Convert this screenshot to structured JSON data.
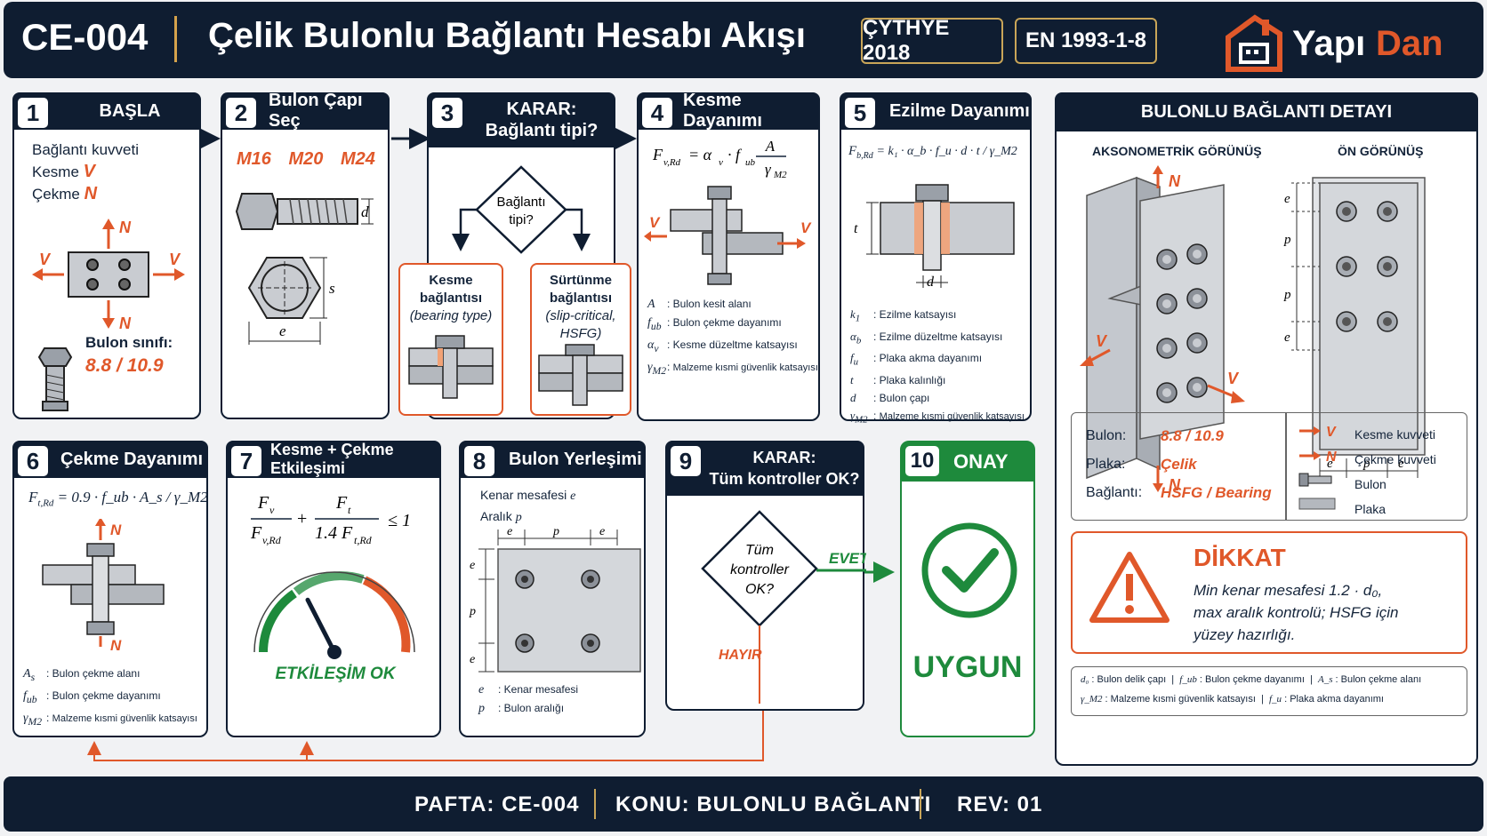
{
  "header": {
    "code": "CE-004",
    "title": "Çelik Bulonlu Bağlantı Hesabı Akışı",
    "badge1": "ÇYTHYE 2018",
    "badge2": "EN 1993-1-8",
    "brand_a": "Yapı",
    "brand_b": "Dan"
  },
  "colors": {
    "navy": "#0f1d31",
    "orange": "#e0582a",
    "green": "#1e8a3c",
    "gold": "#c9a558"
  },
  "steps": {
    "s1": {
      "num": "1",
      "title": "BAŞLA",
      "l1": "Bağlantı kuvveti",
      "l2a": "Kesme",
      "l2b": "V",
      "l3a": "Çekme",
      "l3b": "N",
      "cls_label": "Bulon sınıfı:",
      "cls_value": "8.8 / 10.9",
      "N": "N",
      "V": "V"
    },
    "s2": {
      "num": "2",
      "title": "Bulon Çapı Seç",
      "m1": "M16",
      "m2": "M20",
      "m3": "M24",
      "d": "d",
      "s": "s",
      "e": "e"
    },
    "s3": {
      "num": "3",
      "title1": "KARAR:",
      "title2": "Bağlantı tipi?",
      "q1": "Bağlantı",
      "q2": "tipi?",
      "a1": "Kesme",
      "a2": "bağlantısı",
      "a3": "(bearing type)",
      "b1": "Sürtünme",
      "b2": "bağlantısı",
      "b3": "(slip-critical,",
      "b4": "HSFG)"
    },
    "s4": {
      "num": "4",
      "title": "Kesme Dayanımı",
      "f_lhs": "F",
      "f_lhs_sub": "v,Rd",
      "f_mid": "= α",
      "f_mid_sub": "v",
      "f_fub": "· f",
      "f_fub_sub": "ub",
      "f_num": "A",
      "f_den": "γ",
      "f_den_sub": "M2",
      "V": "V",
      "legend": [
        [
          "A",
          "",
          "Bulon kesit alanı"
        ],
        [
          "f",
          "ub",
          "Bulon çekme dayanımı"
        ],
        [
          "α",
          "v",
          "Kesme düzeltme katsayısı"
        ],
        [
          "γ",
          "M2",
          "Malzeme kısmi güvenlik katsayısı"
        ]
      ]
    },
    "s5": {
      "num": "5",
      "title": "Ezilme Dayanımı",
      "formula": "F",
      "formula_sub": "b,Rd",
      "formula_rest": "= k₁ · α_b · f_u · d · t / γ_M2",
      "t": "t",
      "d": "d",
      "legend": [
        [
          "k",
          "1",
          "Ezilme katsayısı"
        ],
        [
          "α",
          "b",
          "Ezilme düzeltme katsayısı"
        ],
        [
          "f",
          "u",
          "Plaka akma dayanımı"
        ],
        [
          "t",
          "",
          "Plaka kalınlığı"
        ],
        [
          "d",
          "",
          "Bulon çapı"
        ],
        [
          "γ",
          "M2",
          "Malzeme kısmi güvenlik katsayısı"
        ]
      ]
    },
    "s6": {
      "num": "6",
      "title": "Çekme Dayanımı",
      "formula": "F",
      "formula_sub": "t,Rd",
      "formula_rest": "= 0.9 · f_ub · A_s / γ_M2",
      "N": "N",
      "legend": [
        [
          "A",
          "s",
          "Bulon çekme alanı"
        ],
        [
          "f",
          "ub",
          "Bulon çekme dayanımı"
        ],
        [
          "γ",
          "M2",
          "Malzeme kısmi güvenlik katsayısı"
        ]
      ]
    },
    "s7": {
      "num": "7",
      "title": "Kesme + Çekme Etkileşimi",
      "fv": "F",
      "fv_sub": "v",
      "fvrd": "F",
      "fvrd_sub": "v,Rd",
      "ft": "F",
      "ft_sub": "t",
      "ftrd": "1.4 F",
      "ftrd_sub": "t,Rd",
      "leq": "≤ 1",
      "plus": "+",
      "status": "ETKİLEŞİM OK",
      "gauge_fraction": 0.35
    },
    "s8": {
      "num": "8",
      "title": "Bulon Yerleşimi",
      "l1a": "Kenar mesafesi",
      "l1b": "e",
      "l2a": "Aralık",
      "l2b": "p",
      "e": "e",
      "p": "p",
      "legend": [
        [
          "e",
          "Kenar mesafesi"
        ],
        [
          "p",
          "Bulon aralığı"
        ]
      ]
    },
    "s9": {
      "num": "9",
      "title1": "KARAR:",
      "title2": "Tüm kontroller OK?",
      "q1": "Tüm",
      "q2": "kontroller",
      "q3": "OK?",
      "yes": "EVET",
      "no": "HAYIR"
    },
    "s10": {
      "num": "10",
      "title": "ONAY",
      "status": "UYGUN"
    }
  },
  "detail": {
    "title": "BULONLU BAĞLANTI DETAYI",
    "axo": "AKSONOMETRİK GÖRÜNÜŞ",
    "front": "ÖN GÖRÜNÜŞ",
    "N": "N",
    "V": "V",
    "e": "e",
    "p": "p",
    "spec": [
      [
        "Bulon:",
        "8.8 / 10.9"
      ],
      [
        "Plaka:",
        "Çelik"
      ],
      [
        "Bağlantı:",
        "HSFG / Bearing"
      ]
    ],
    "keys": [
      [
        "V",
        "Kesme kuvveti"
      ],
      [
        "N",
        "Çekme kuvveti"
      ],
      [
        "",
        "Bulon"
      ],
      [
        "",
        "Plaka"
      ]
    ]
  },
  "warning": {
    "title": "DİKKAT",
    "line1": "Min kenar mesafesi 1.2 · d₀,",
    "line2": "max aralık kontrolü; HSFG için",
    "line3": "yüzey hazırlığı."
  },
  "notes": {
    "row1": [
      [
        "d₀",
        "Bulon delik çapı"
      ],
      [
        "f_ub",
        "Bulon çekme dayanımı"
      ],
      [
        "A_s",
        "Bulon çekme alanı"
      ]
    ],
    "row2": [
      [
        "γ_M2",
        "Malzeme kısmi güvenlik katsayısı"
      ],
      [
        "f_u",
        "Plaka akma dayanımı"
      ]
    ]
  },
  "footer": {
    "pafta": "PAFTA: CE-004",
    "konu": "KONU: BULONLU BAĞLANTI",
    "rev": "REV: 01"
  }
}
